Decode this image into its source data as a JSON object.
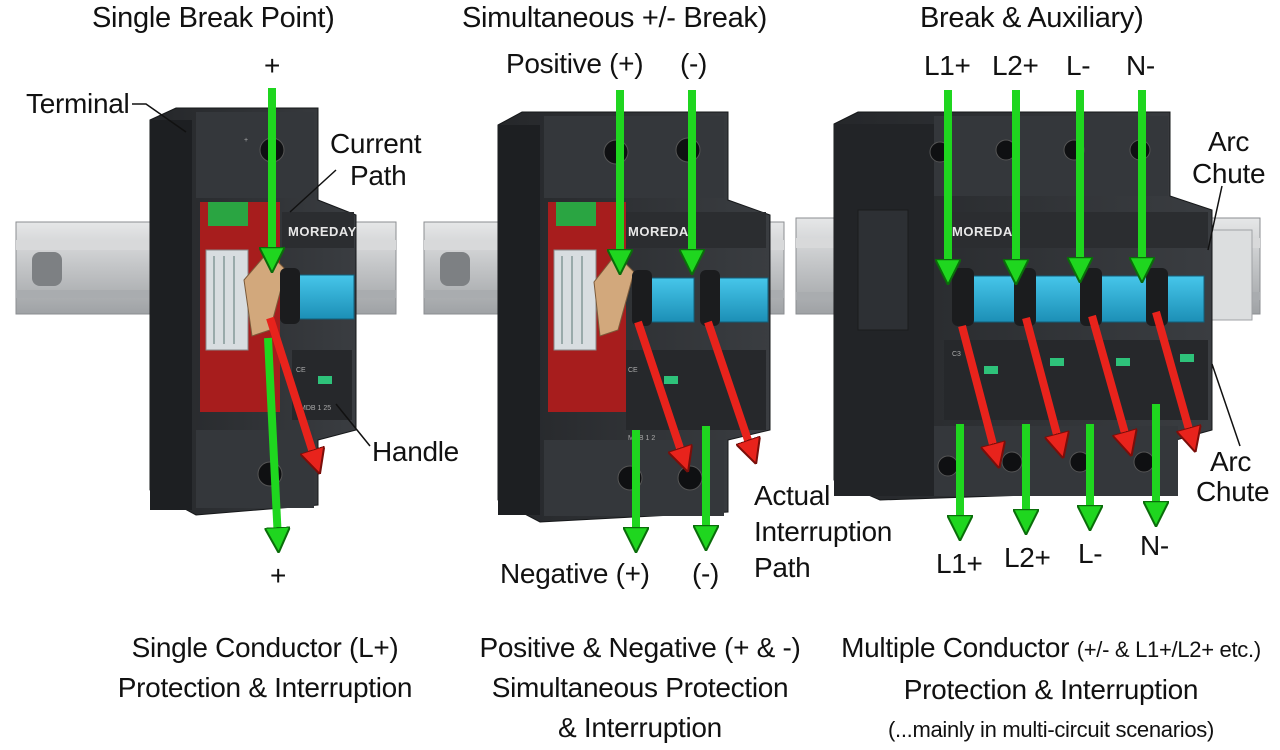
{
  "colors": {
    "current_arrow": "#1fd61f",
    "interruption_arrow": "#e8231c",
    "handle": "#2aaed6",
    "housing": "#2d2f33",
    "rail": "#c9cbcd"
  },
  "panels": [
    {
      "title": "Single Break Point)",
      "terminal_label": "Terminal",
      "current_path_label_1": "Current",
      "current_path_label_2": "Path",
      "handle_label": "Handle",
      "top_terminal": "+",
      "bottom_terminal": "+",
      "brand": "MOREDAY",
      "caption_1": "Single Conductor (L+)",
      "caption_2": "Protection & Interruption"
    },
    {
      "title": "Simultaneous +/- Break)",
      "top_pos": "Positive (+)",
      "top_neg": "(-)",
      "bottom_pos": "Negative (+)",
      "bottom_neg": "(-)",
      "actual_1": "Actual",
      "actual_2": "Interruption",
      "actual_3": "Path",
      "brand": "MOREDAY",
      "caption_1": "Positive & Negative (+ & -)",
      "caption_2": "Simultaneous Protection",
      "caption_3": "& Interruption"
    },
    {
      "title": "Break & Auxiliary)",
      "top_terminals": [
        "L1+",
        "L2+",
        "L-",
        "N-"
      ],
      "bottom_terminals": [
        "L1+",
        "L2+",
        "L-",
        "N-"
      ],
      "arc_chute_1a": "Arc",
      "arc_chute_1b": "Chute",
      "arc_chute_2a": "Arc",
      "arc_chute_2b": "Chute",
      "brand": "MOREDAY",
      "caption_1a": "Multiple Conductor",
      "caption_1b": "(+/- & L1+/L2+ etc.)",
      "caption_2": "Protection & Interruption",
      "caption_3": "(...mainly in multi-circuit scenarios)"
    }
  ]
}
